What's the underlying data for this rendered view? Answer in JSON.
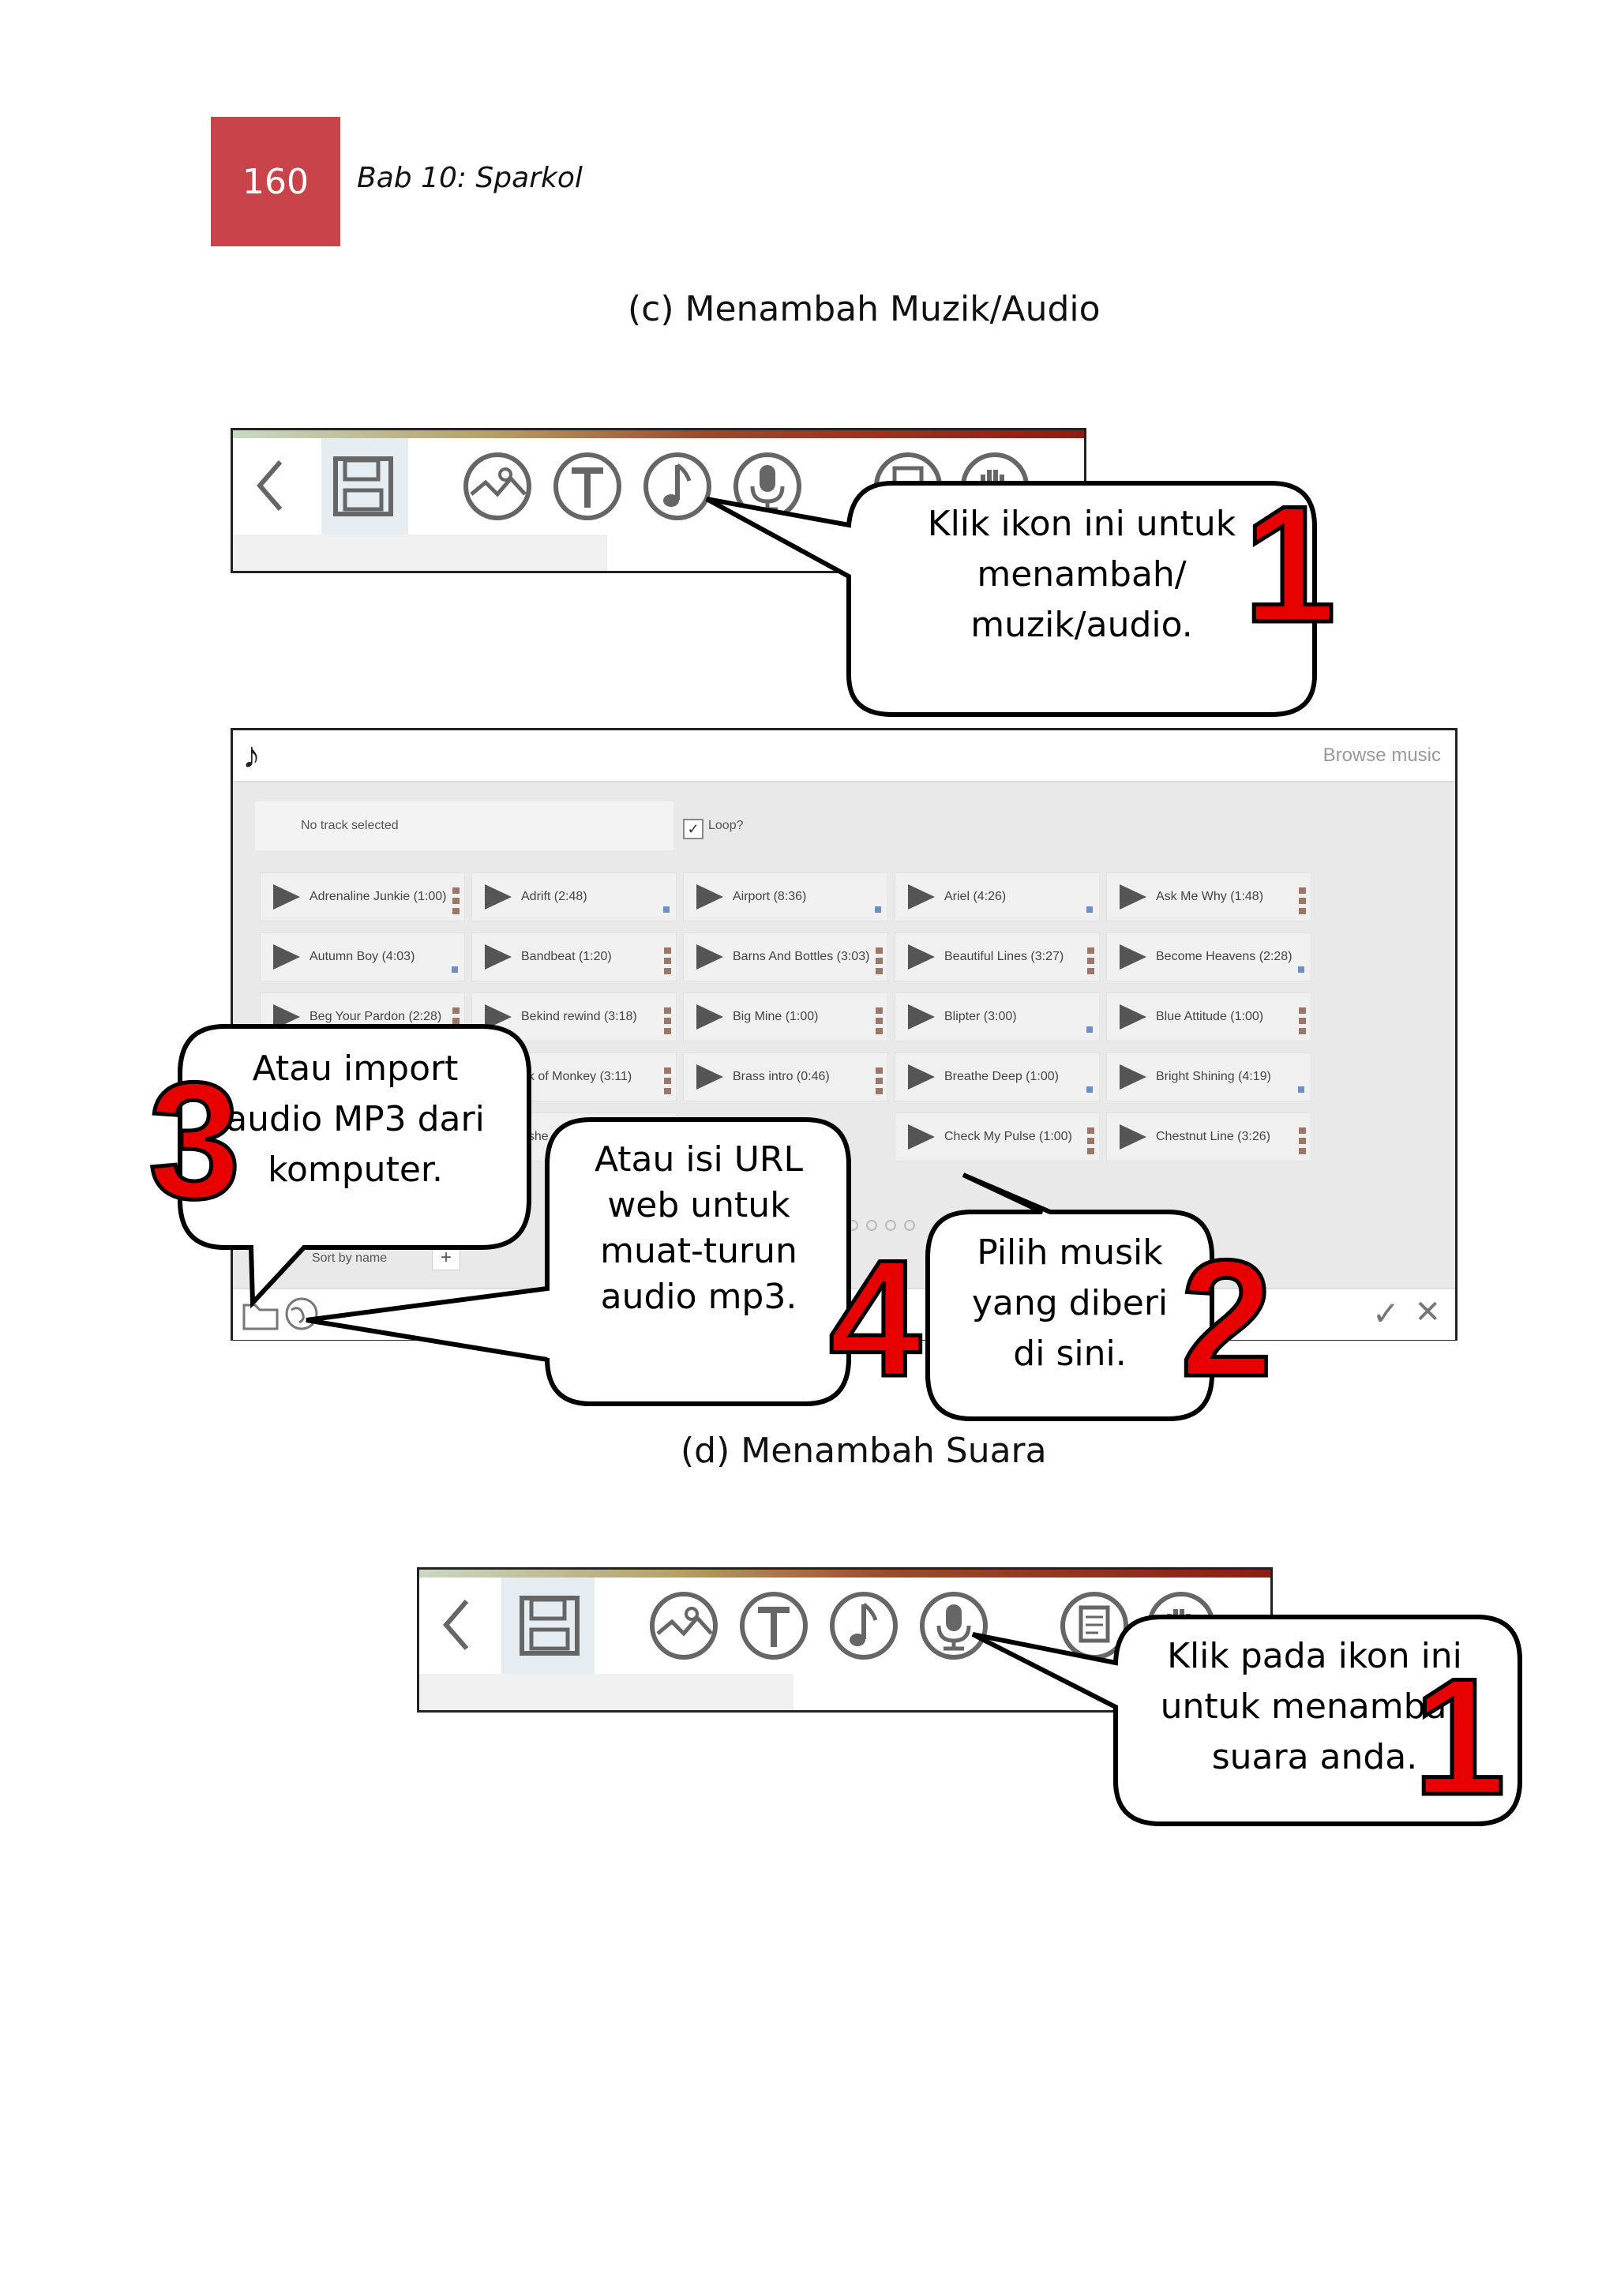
{
  "page": {
    "number": "160",
    "chapter": "Bab 10: Sparkol"
  },
  "section_c": {
    "caption": "(c) Menambah Muzik/Audio"
  },
  "section_d": {
    "caption": "(d) Menambah Suara"
  },
  "callouts": {
    "c1": {
      "text": [
        "Klik ikon ini untuk",
        "menambah/",
        "muzik/audio."
      ],
      "number": "1"
    },
    "c2": {
      "text": [
        "Pilih musik",
        "yang diberi",
        "di sini."
      ],
      "number": "2"
    },
    "c3": {
      "text": [
        "Atau import",
        "audio MP3 dari",
        "komputer."
      ],
      "number": "3"
    },
    "c4": {
      "text": [
        "Atau isi URL",
        "web untuk",
        "muat-turun",
        "audio mp3."
      ],
      "number": "4"
    },
    "d1": {
      "text": [
        "Klik pada ikon ini",
        "untuk menambah",
        "suara anda."
      ],
      "number": "1"
    }
  },
  "music_dialog": {
    "browse_label": "Browse music",
    "no_track": "No track selected",
    "loop_label": "Loop?",
    "sort_label": "Sort by name",
    "add_label": "+",
    "confirm_label": "✓",
    "close_label": "✕",
    "tracks": [
      "Adrenaline Junkie (1:00)",
      "Adrift (2:48)",
      "Airport (8:36)",
      "Ariel (4:26)",
      "Ask Me Why (1:48)",
      "Autumn Boy (4:03)",
      "Bandbeat (1:20)",
      "Barns And Bottles (3:03)",
      "Beautiful Lines (3:27)",
      "Become Heavens (2:28)",
      "Beg Your Pardon (2:28)",
      "Bekind rewind (3:18)",
      "Big Mine (1:00)",
      "Blipter (3:00)",
      "Blue Attitude (1:00)",
      "ok of Monkey (3:11)",
      "Brass intro (0:46)",
      "Breathe Deep (1:00)",
      "Bright Shining (4:19)",
      "ushe",
      "Check My Pulse (1:00)",
      "Chestnut Line (3:26)"
    ]
  },
  "colors": {
    "accent_red": "#e60000",
    "badge": "#c8444a"
  }
}
